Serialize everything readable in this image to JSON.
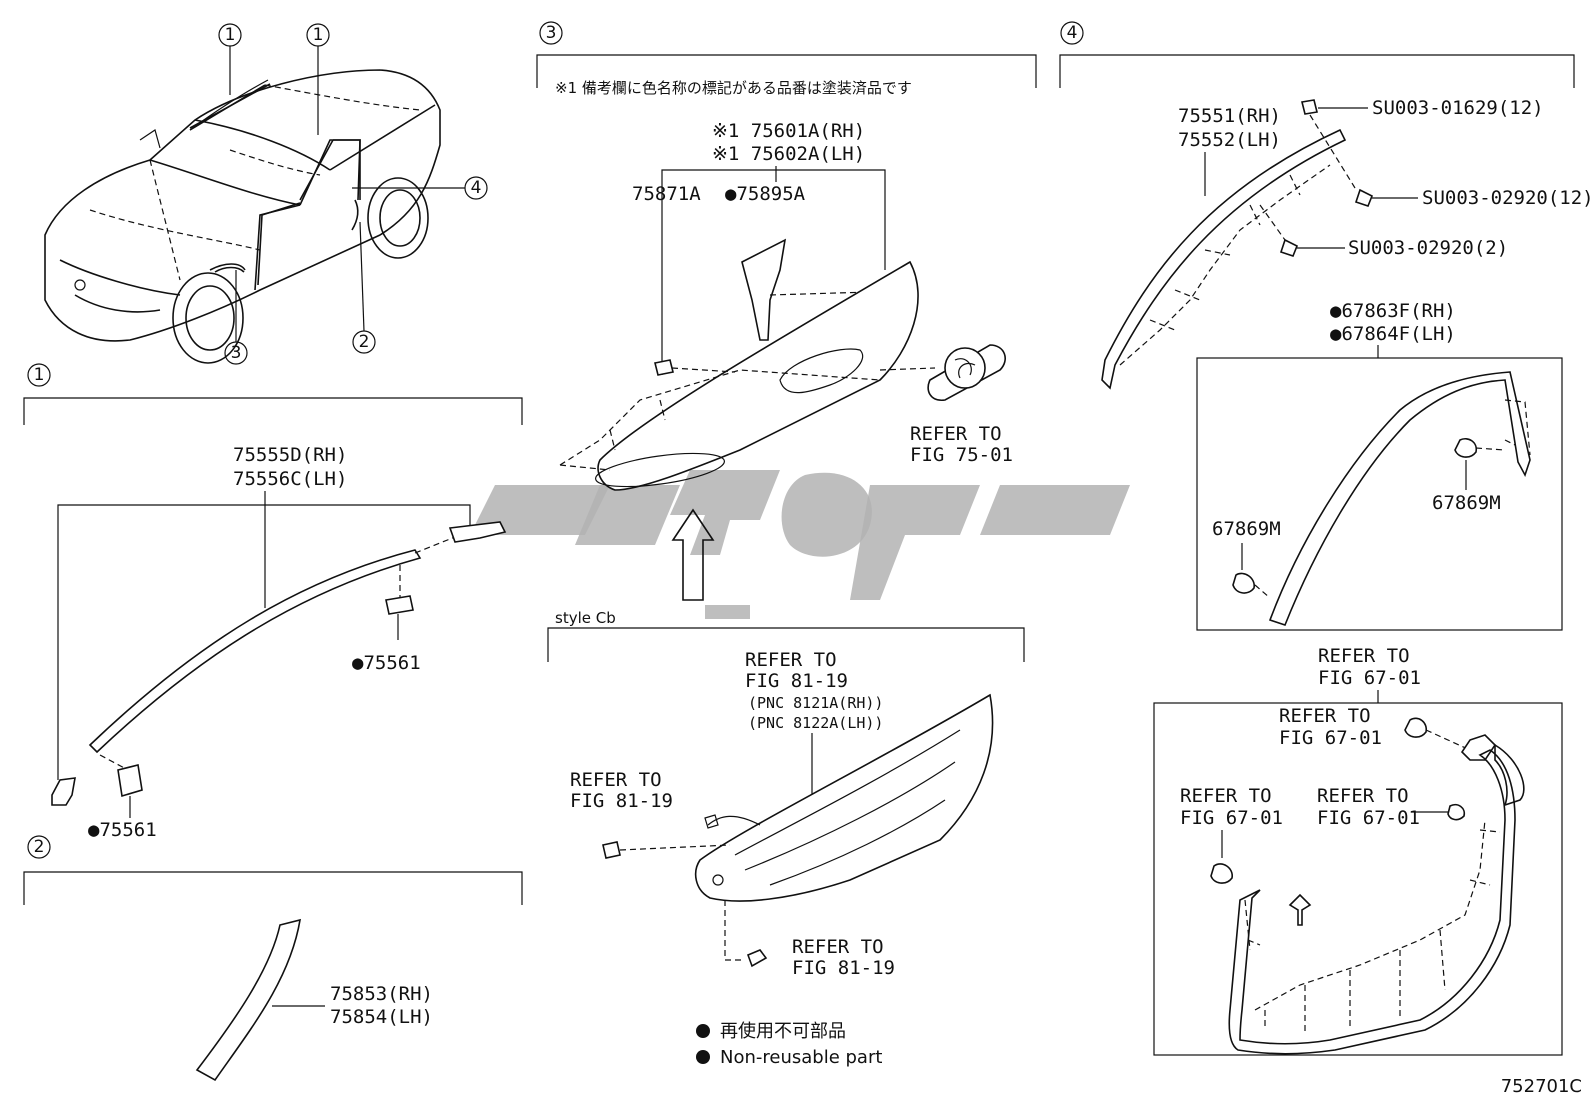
{
  "callouts": {
    "c1": "1",
    "c2": "2",
    "c3": "3",
    "c4": "4"
  },
  "note_jp": "※1 備考欄に色名称の標記がある品番は塗装済品です",
  "section1": {
    "part_rh": "75555D(RH)",
    "part_lh": "75556C(LH)",
    "clip_top": "●75561",
    "clip_bottom": "●75561"
  },
  "section2": {
    "part_rh": "75853(RH)",
    "part_lh": "75854(LH)"
  },
  "section3": {
    "part_rh": "※1 75601A(RH)",
    "part_lh": "※1 75602A(LH)",
    "part_a": "75871A",
    "part_b": "●75895A",
    "refer_line1": "REFER TO",
    "refer_fig_75": "FIG 75-01",
    "style": "style Cb",
    "refer_fig_81a": "FIG 81-19",
    "pnc_rh": "(PNC 8121A(RH))",
    "pnc_lh": "(PNC 8122A(LH))",
    "refer_fig_81b": "FIG 81-19",
    "refer_fig_81c": "FIG 81-19"
  },
  "section4": {
    "part_rh": "75551(RH)",
    "part_lh": "75552(LH)",
    "screw1": "SU003-01629(12)",
    "screw2": "SU003-02920(12)",
    "screw3": "SU003-02920(2)",
    "weather_rh": "●67863F(RH)",
    "weather_lh": "●67864F(LH)",
    "clip_right": "67869M",
    "clip_left": "67869M",
    "refer_line1": "REFER TO",
    "fig_67a": "FIG 67-01",
    "fig_67b": "FIG 67-01",
    "fig_67c": "FIG 67-01",
    "fig_67d": "FIG 67-01"
  },
  "legend": {
    "jp": "再使用不可部品",
    "en": "Non-reusable part"
  },
  "diagram_code": "752701C"
}
